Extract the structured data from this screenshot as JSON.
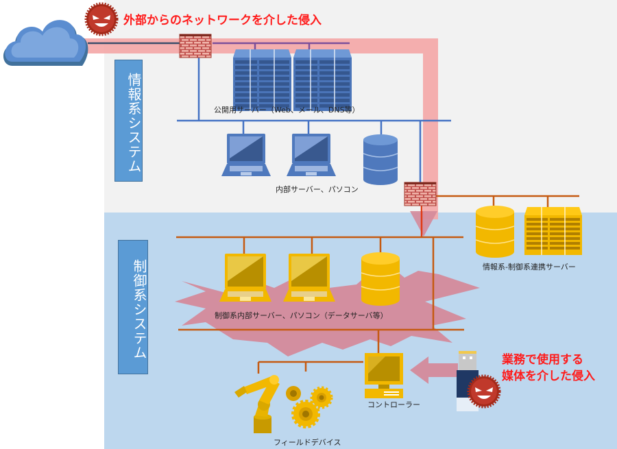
{
  "threats": {
    "external": "外部からのネットワークを介した侵入",
    "media_line1": "業務で使用する",
    "media_line2": "媒体を介した侵入"
  },
  "zones": {
    "it_system": "情報系システム",
    "ot_system": "制御系システム"
  },
  "labels": {
    "public_servers": "公開用サーバー（Web、メール、DNS等）",
    "internal_servers_pc": "内部サーバー、パソコン",
    "gateway_servers": "情報系-制御系連携サーバー",
    "control_internal": "制御系内部サーバー、パソコン（データサーバ等）",
    "controller": "コントローラー",
    "field_devices": "フィールドデバイス"
  },
  "colors": {
    "it_bg": "#f2f2f2",
    "ot_bg": "#bdd7ee",
    "it_network": "#4472c4",
    "ot_network": "#c55a11",
    "attack_path": "#f4a6a6",
    "threat_text": "#ff1a1a",
    "it_device": "#4f79bd",
    "ot_device": "#f2b800",
    "firewall": "#d0645a",
    "virus": "#a52a1a"
  }
}
